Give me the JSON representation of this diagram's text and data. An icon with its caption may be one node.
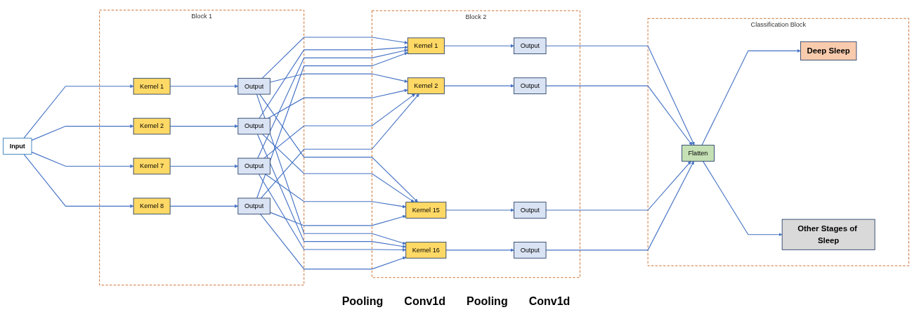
{
  "diagram": {
    "nodes": [
      {
        "text": [
          "Input"
        ]
      },
      {
        "text": [
          "Block 1"
        ]
      },
      {
        "text": [
          "Kernel 1"
        ],
        "in": 1
      },
      {
        "text": [
          "Kernel 2"
        ],
        "in": 1
      },
      {
        "text": [
          "Kernel 7"
        ],
        "in": 1
      },
      {
        "text": [
          "Kernel 8"
        ],
        "in": 1
      },
      {
        "text": [
          "Output"
        ],
        "in": 1
      },
      {
        "text": [
          "Output"
        ],
        "in": 1
      },
      {
        "text": [
          "Output"
        ],
        "in": 1
      },
      {
        "text": [
          "Output"
        ],
        "in": 1
      },
      {
        "text": [
          "Block 2"
        ]
      },
      {
        "text": [
          "Kernel 1"
        ],
        "in": 10
      },
      {
        "text": [
          "Kernel 2"
        ],
        "in": 10
      },
      {
        "text": [
          "Kernel 15"
        ],
        "in": 10
      },
      {
        "text": [
          "Kernel 16"
        ],
        "in": 10
      },
      {
        "text": [
          "Output"
        ],
        "in": 10
      },
      {
        "text": [
          "Output"
        ],
        "in": 10
      },
      {
        "text": [
          "Output"
        ],
        "in": 10
      },
      {
        "text": [
          "Output"
        ],
        "in": 10
      },
      {
        "text": [
          "Classification Block"
        ]
      },
      {
        "text": [
          "Flatten"
        ],
        "in": 19
      },
      {
        "text": [
          "Deep Sleep"
        ],
        "in": 19
      },
      {
        "text": [
          "Other Stages of Sleep"
        ],
        "in": 19
      }
    ],
    "edges": [
      {
        "from": 0,
        "to": 2,
        "arrow": "to"
      },
      {
        "from": 0,
        "to": 3,
        "arrow": "to"
      },
      {
        "from": 0,
        "to": 4,
        "arrow": "to"
      },
      {
        "from": 0,
        "to": 5,
        "arrow": "to"
      },
      {
        "from": 2,
        "to": 6,
        "arrow": "to"
      },
      {
        "from": 3,
        "to": 7,
        "arrow": "to"
      },
      {
        "from": 4,
        "to": 8,
        "arrow": "to"
      },
      {
        "from": 5,
        "to": 9,
        "arrow": "to"
      },
      {
        "from": 6,
        "to": 11,
        "arrow": "to"
      },
      {
        "from": 6,
        "to": 12,
        "arrow": "to"
      },
      {
        "from": 6,
        "to": 13,
        "arrow": "to"
      },
      {
        "from": 6,
        "to": 14,
        "arrow": "to"
      },
      {
        "from": 7,
        "to": 11,
        "arrow": "to"
      },
      {
        "from": 7,
        "to": 12,
        "arrow": "to"
      },
      {
        "from": 7,
        "to": 13,
        "arrow": "to"
      },
      {
        "from": 7,
        "to": 14,
        "arrow": "to"
      },
      {
        "from": 8,
        "to": 11,
        "arrow": "to"
      },
      {
        "from": 8,
        "to": 12,
        "arrow": "to"
      },
      {
        "from": 8,
        "to": 13,
        "arrow": "to"
      },
      {
        "from": 8,
        "to": 14,
        "arrow": "to"
      },
      {
        "from": 9,
        "to": 11,
        "arrow": "to"
      },
      {
        "from": 9,
        "to": 12,
        "arrow": "to"
      },
      {
        "from": 9,
        "to": 13,
        "arrow": "to"
      },
      {
        "from": 9,
        "to": 14,
        "arrow": "to"
      },
      {
        "from": 11,
        "to": 15,
        "arrow": "to"
      },
      {
        "from": 12,
        "to": 16,
        "arrow": "to"
      },
      {
        "from": 13,
        "to": 17,
        "arrow": "to"
      },
      {
        "from": 14,
        "to": 18,
        "arrow": "to"
      },
      {
        "from": 15,
        "to": 20,
        "arrow": "to"
      },
      {
        "from": 16,
        "to": 20,
        "arrow": "to"
      },
      {
        "from": 17,
        "to": 20,
        "arrow": "to"
      },
      {
        "from": 18,
        "to": 20,
        "arrow": "to"
      },
      {
        "from": 20,
        "to": 21,
        "arrow": "to"
      },
      {
        "from": 20,
        "to": 22,
        "arrow": "to"
      }
    ],
    "labels": [
      "Pooling",
      "Conv1d",
      "Pooling",
      "Conv1d"
    ]
  }
}
